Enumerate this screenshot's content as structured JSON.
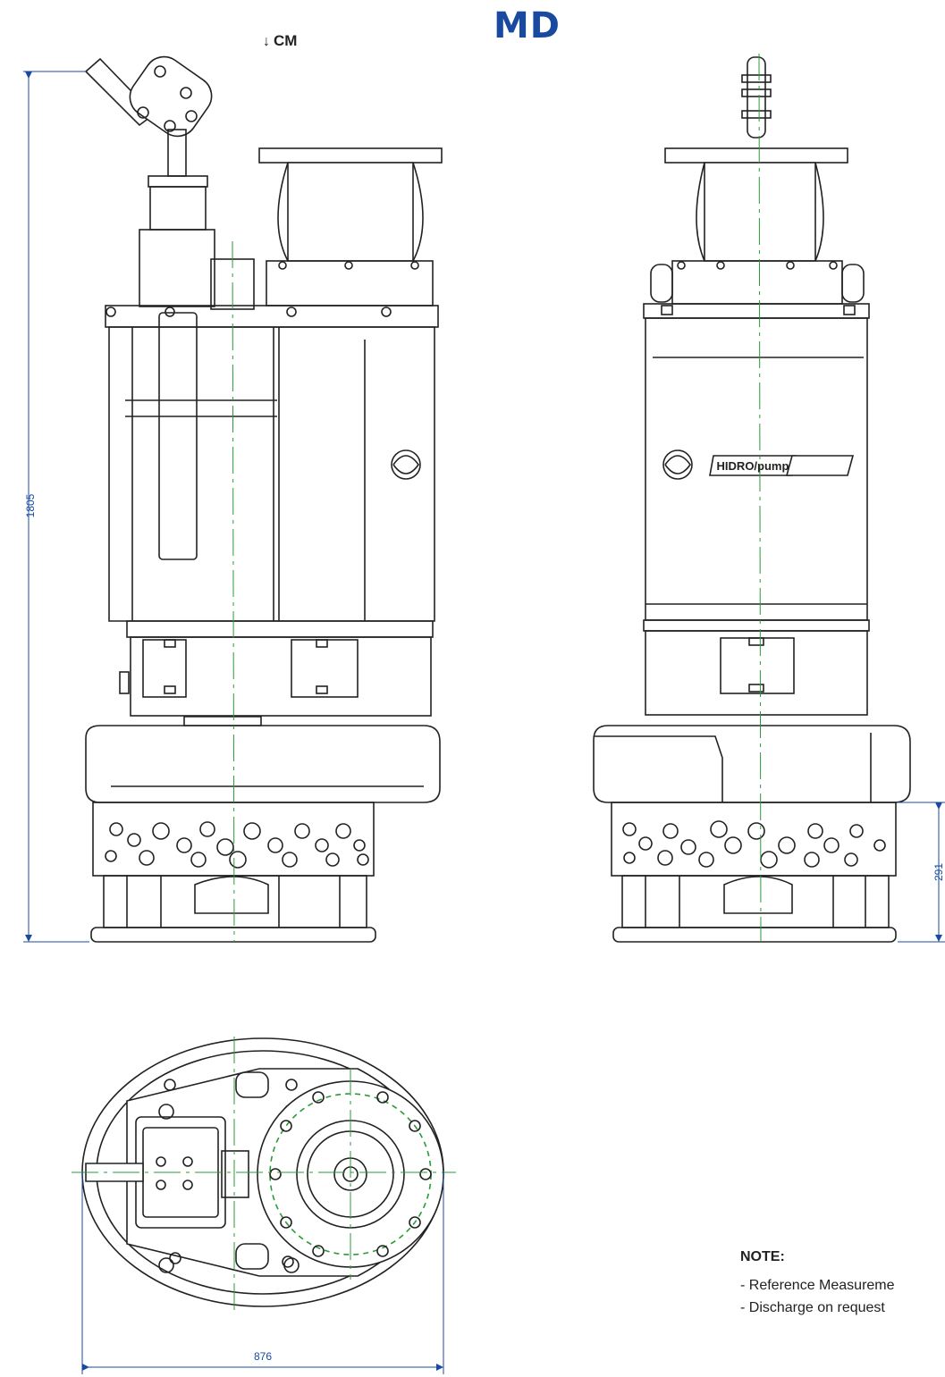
{
  "title": "MD",
  "center_mark": {
    "arrow": "↓",
    "label": "CM"
  },
  "dimensions": {
    "height": "1805",
    "inlet_height": "291",
    "width": "876"
  },
  "logo": {
    "brand": "HIDRO/pump"
  },
  "note": {
    "title": "NOTE:",
    "items": [
      "- Reference Measureme",
      "- Discharge on request"
    ]
  },
  "colors": {
    "line": "#222222",
    "dimension": "#1a4aa0",
    "centerline": "#2a9a3a",
    "title": "#1a4aa0"
  }
}
